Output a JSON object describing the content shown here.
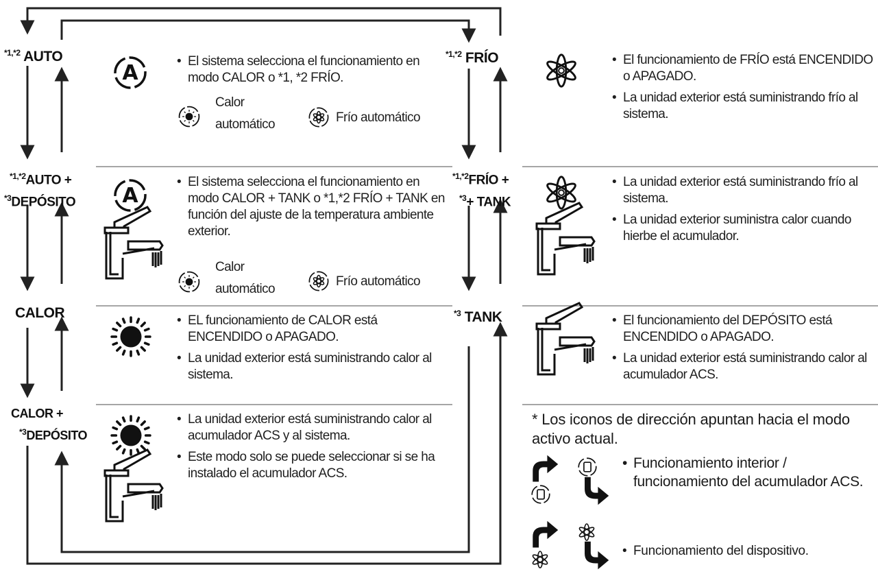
{
  "left_modes": {
    "auto": {
      "prefix": "*1,*2",
      "label": "AUTO"
    },
    "auto_tank": {
      "line1_prefix": "*1,*2",
      "line1": "AUTO +",
      "line2_prefix": "*3",
      "line2": "DEPÓSITO"
    },
    "calor": {
      "label": "CALOR"
    },
    "calor_tank": {
      "line1": "CALOR +",
      "line2_prefix": "*3",
      "line2": "DEPÓSITO"
    }
  },
  "right_modes": {
    "frio": {
      "prefix": "*1,*2",
      "label": "FRÍO"
    },
    "frio_tank": {
      "line1_prefix": "*1,*2",
      "line1": "FRÍO +",
      "line2_prefix": "*3",
      "line2": "+ TANK"
    },
    "tank": {
      "prefix": "*3",
      "label": "TANK"
    }
  },
  "auto_desc": {
    "b1": "El sistema selecciona el funcionamiento en modo CALOR o *1, *2 FRÍO.",
    "heat_label_l1": "Calor",
    "heat_label_l2": "automático",
    "cool_label": "Frío automático"
  },
  "auto_tank_desc": {
    "b1": "El sistema selecciona el funcionamiento en modo CALOR + TANK o *1,*2 FRÍO + TANK en función del ajuste de la temperatura ambiente exterior.",
    "heat_label_l1": "Calor",
    "heat_label_l2": "automático",
    "cool_label": "Frío automático"
  },
  "calor_desc": {
    "b1": "EL funcionamiento de CALOR está ENCENDIDO o APAGADO.",
    "b2": "La unidad exterior está suministrando calor al sistema."
  },
  "calor_tank_desc": {
    "b1": "La unidad exterior está suministrando calor al acumulador ACS y al sistema.",
    "b2": "Este modo solo se puede seleccionar si se ha instalado el acumulador ACS."
  },
  "frio_desc": {
    "b1": "El funcionamiento de FRÍO está ENCENDIDO o APAGADO.",
    "b2": "La unidad exterior está suministrando frío al sistema."
  },
  "frio_tank_desc": {
    "b1": "La unidad exterior está suministrando frío al sistema.",
    "b2": "La unidad exterior suministra calor cuando hierbe el acumulador."
  },
  "tank_desc": {
    "b1": "El funcionamiento del DEPÓSITO está ENCENDIDO o APAGADO.",
    "b2": "La unidad exterior está suministrando calor al acumulador ACS."
  },
  "note": {
    "text": "* Los iconos de dirección apuntan hacia el modo activo actual."
  },
  "legend": {
    "item1": "Funcionamiento interior / funcionamiento del acumulador ACS.",
    "item2": "Funcionamiento del dispositivo."
  }
}
